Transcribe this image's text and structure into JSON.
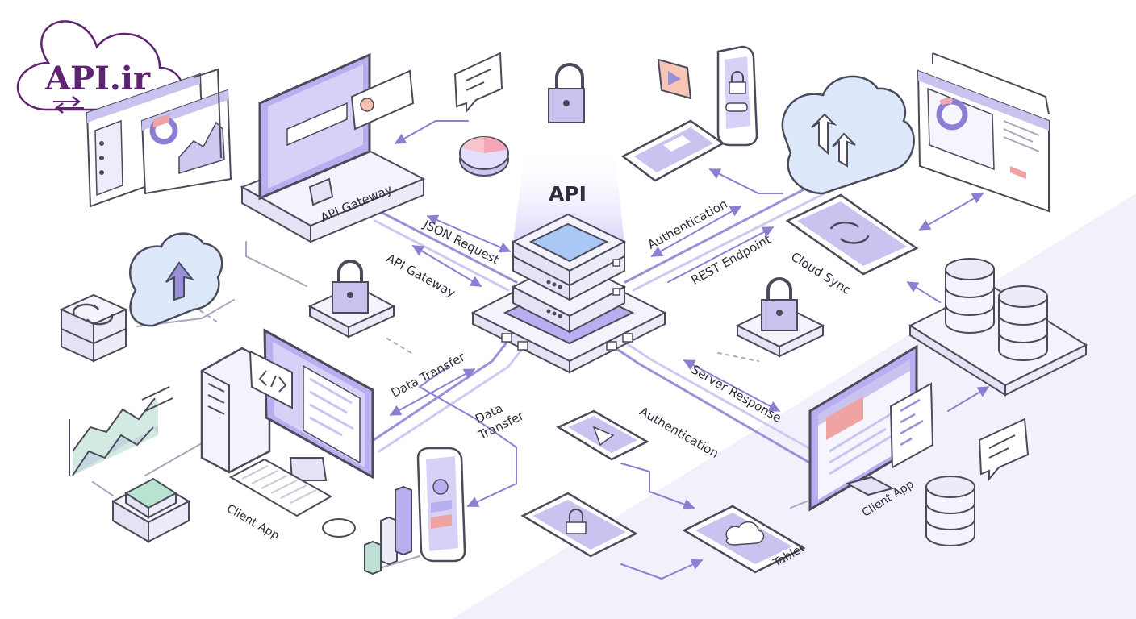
{
  "brand": {
    "name": "API.ir"
  },
  "hub": {
    "title": "API"
  },
  "labels": {
    "api_gateway_top": "API Gateway",
    "json_request": "JSON Request",
    "api_gateway_mid": "API Gateway",
    "authentication_top": "Authentication",
    "rest_endpoint": "REST Endpoint",
    "cloud_sync": "Cloud Sync",
    "data_transfer_left": "Data Transfer",
    "data_transfer_line1": "Data",
    "data_transfer_line2": "Transfer",
    "authentication_bottom": "Authentication",
    "server_response": "Server Response",
    "client_app_left": "Client App",
    "client_app_right": "Client App",
    "tablet": "Tablet"
  },
  "colors": {
    "brand": "#5e2472",
    "accent": "#8b7fd4",
    "accent_light": "#c9c3f0",
    "screen": "#b8aef0",
    "outline": "#4a4a5a",
    "hub_glow": "#dcd8fb"
  }
}
